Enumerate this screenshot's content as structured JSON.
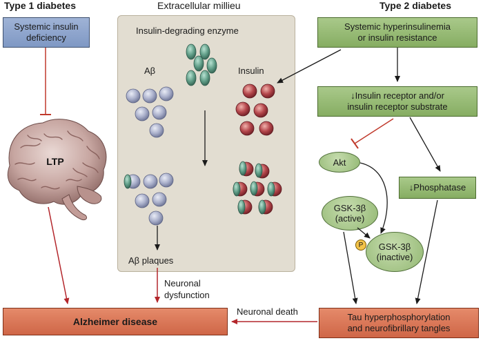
{
  "headers": {
    "type1": "Type 1 diabetes",
    "extracellular": "Extracellular millieu",
    "type2": "Type 2 diabetes"
  },
  "boxes": {
    "systemic_insulin_deficiency": [
      "Systemic insulin",
      "deficiency"
    ],
    "systemic_hyperinsulinemia": [
      "Systemic hyperinsulinemia",
      "or insulin resistance"
    ],
    "insulin_receptor": [
      "↓Insulin receptor and/or",
      "insulin receptor substrate"
    ],
    "phosphatase": "↓Phosphatase",
    "alzheimer": "Alzheimer disease",
    "tau": [
      "Tau hyperphosphorylation",
      "and neurofibrillary tangles"
    ]
  },
  "nodes": {
    "akt": "Akt",
    "gsk_active": [
      "GSK-3β",
      "(active)"
    ],
    "gsk_inactive": [
      "GSK-3β",
      "(inactive)"
    ],
    "phospho": "P"
  },
  "labels": {
    "ltp": "LTP",
    "ide": "Insulin-degrading enzyme",
    "abeta": "Aβ",
    "insulin": "Insulin",
    "abeta_plaques": "Aβ plaques",
    "neuronal_dysfunction": [
      "Neuronal",
      "dysfunction"
    ],
    "neuronal_death": "Neuronal death"
  },
  "colors": {
    "type1_box": "#8da5cf",
    "type2_box": "#94b86f",
    "outcome_box": "#d97354",
    "panel": "#e2ddd1",
    "abeta_sphere": "#a9aec8",
    "insulin_sphere": "#b5474b",
    "ide_ellipse": "#5f9c86",
    "inhibit_line": "#c0392b",
    "arrow": "#1a1a1a",
    "red_arrow": "#b3262b"
  }
}
